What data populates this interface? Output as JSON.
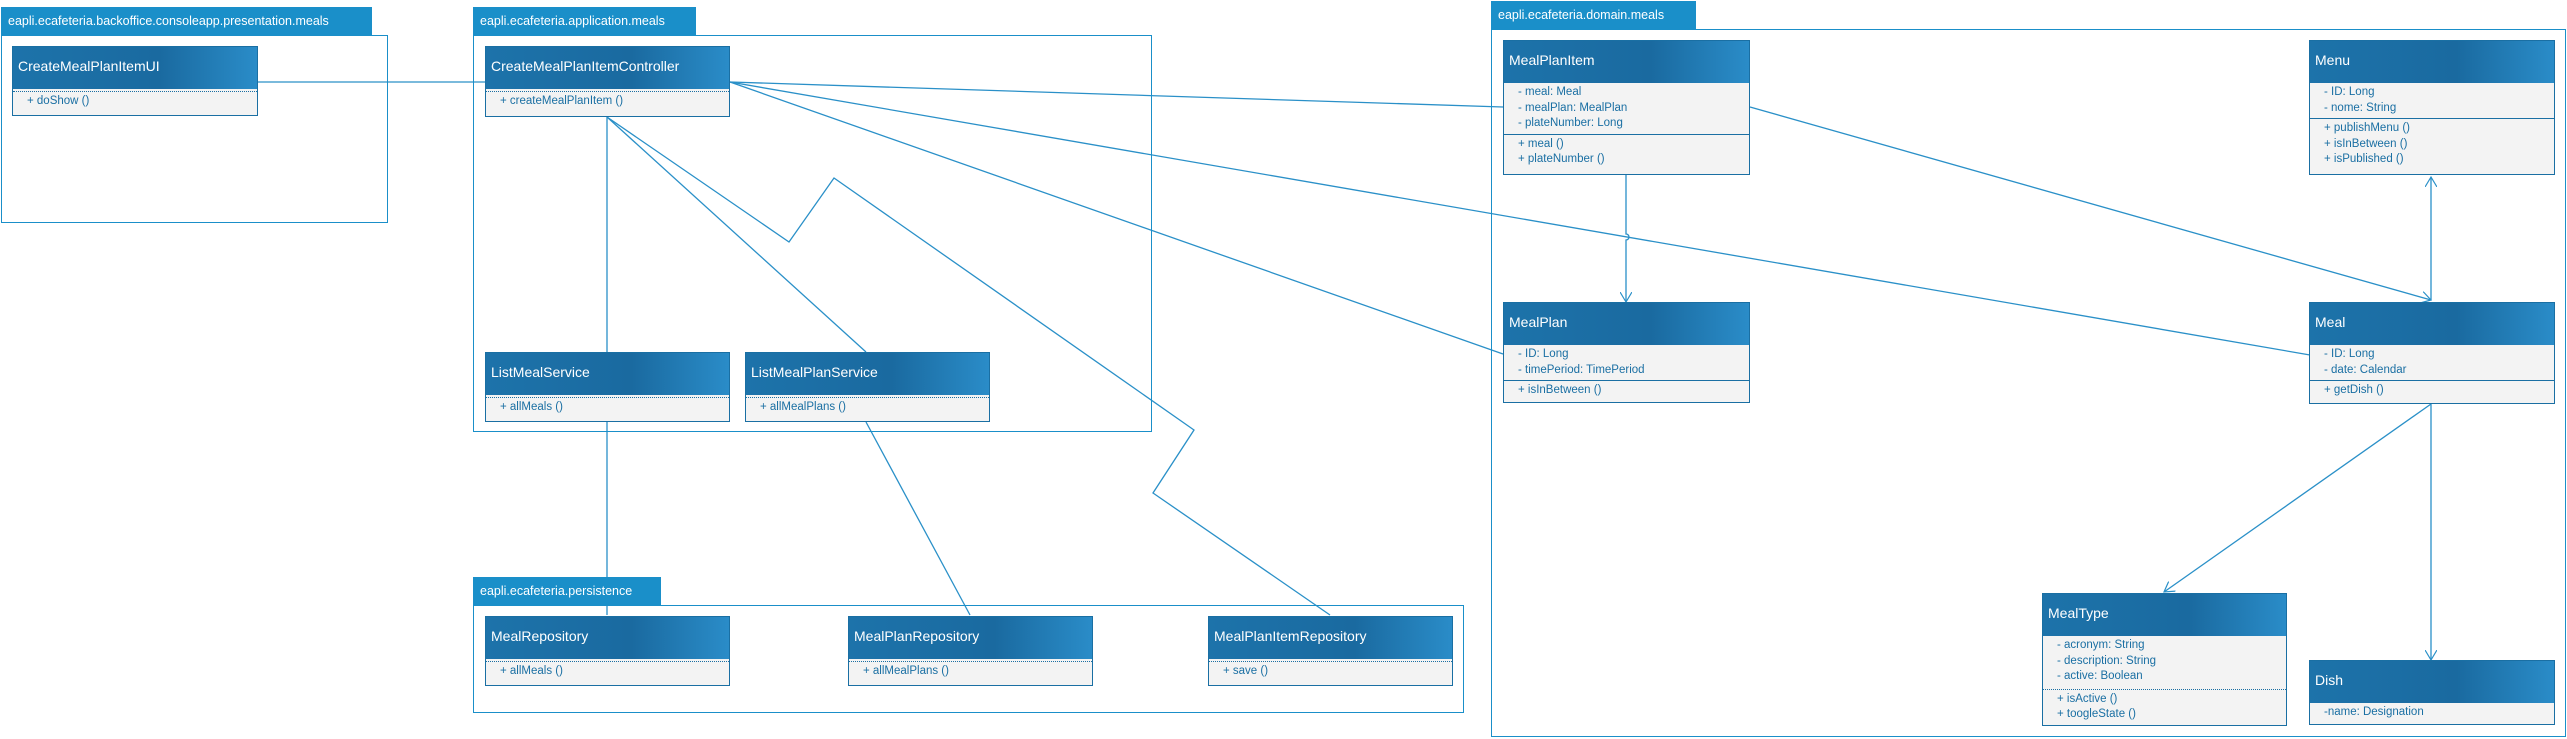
{
  "packages": {
    "presentation": "eapli.ecafeteria.backoffice.consoleapp.presentation.meals",
    "application": "eapli.ecafeteria.application.meals",
    "persistence": "eapli.ecafeteria.persistence",
    "domain": "eapli.ecafeteria.domain.meals"
  },
  "classes": {
    "ui": {
      "name": "CreateMealPlanItemUI",
      "methods": [
        "+ doShow ()"
      ]
    },
    "controller": {
      "name": "CreateMealPlanItemController",
      "methods": [
        "+ createMealPlanItem ()"
      ]
    },
    "list_meal_service": {
      "name": "ListMealService",
      "methods": [
        "+ allMeals ()"
      ]
    },
    "list_meal_plan_service": {
      "name": "ListMealPlanService",
      "methods": [
        "+ allMealPlans ()"
      ]
    },
    "meal_repository": {
      "name": "MealRepository",
      "methods": [
        "+ allMeals ()"
      ]
    },
    "meal_plan_repository": {
      "name": "MealPlanRepository",
      "methods": [
        "+ allMealPlans ()"
      ]
    },
    "meal_plan_item_repository": {
      "name": "MealPlanItemRepository",
      "methods": [
        "+ save ()"
      ]
    },
    "meal_plan_item": {
      "name": "MealPlanItem",
      "attributes": [
        "- meal: Meal",
        "- mealPlan: MealPlan",
        "- plateNumber: Long"
      ],
      "methods": [
        "+ meal ()",
        "+ plateNumber ()"
      ]
    },
    "meal_plan": {
      "name": "MealPlan",
      "attributes": [
        "- ID: Long",
        "- timePeriod: TimePeriod"
      ],
      "methods": [
        "+ isInBetween ()"
      ]
    },
    "menu": {
      "name": "Menu",
      "attributes": [
        "- ID: Long",
        "- nome: String"
      ],
      "methods": [
        "+ publishMenu ()",
        "+ isInBetween ()",
        "+ isPublished ()"
      ]
    },
    "meal": {
      "name": "Meal",
      "attributes": [
        "- ID: Long",
        "- date: Calendar"
      ],
      "methods": [
        "+ getDish ()"
      ]
    },
    "meal_type": {
      "name": "MealType",
      "attributes": [
        "- acronym: String",
        "- description: String",
        "- active: Boolean"
      ],
      "methods": [
        "+ isActive ()",
        "+ toogleState ()"
      ]
    },
    "dish": {
      "name": "Dish",
      "attributes": [
        "-name: Designation"
      ]
    }
  },
  "colors": {
    "accent": "#1a8fc9",
    "class_header": "#1a6fa3",
    "line": "#2a90c8",
    "class_body": "#f3f3f3"
  }
}
